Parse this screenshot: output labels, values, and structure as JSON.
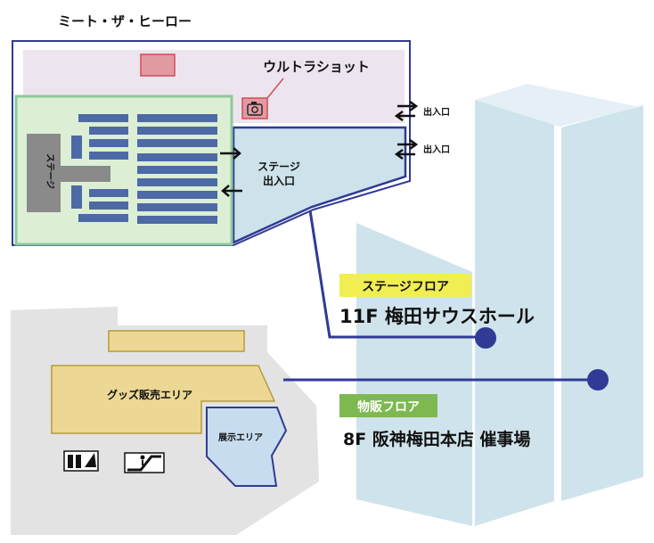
{
  "colors": {
    "building": "#cfe3ec",
    "building_light": "#e4f0f5",
    "floor_outline": "#2f3b95",
    "meet_area": "#ece4ee",
    "meet_marker_fill": "#e19aa2",
    "meet_marker_stroke": "#d24b5a",
    "stage_area": "#dcefd5",
    "stage_area_stroke": "#8fc89a",
    "seat_block": "#4d6aa6",
    "stage_block": "#8a8a8a",
    "corridor": "#cde2ea",
    "goods_floor": "#e3e3e3",
    "goods_area": "#ecd894",
    "goods_area_stroke": "#b79a3c",
    "exhibit_fill": "#c7dcef",
    "connector": "#2f3b95",
    "tag_stage": "#f1ee52",
    "tag_goods": "#7db850"
  },
  "labels": {
    "meet": "ミート・ザ・ヒーロー",
    "ultra_shot": "ウルトラショット",
    "entrance_1": "出入口",
    "entrance_2": "出入口",
    "stage": "ステージ",
    "stage_exit_line1": "ステージ",
    "stage_exit_line2": "出入口",
    "goods_area": "グッズ販売エリア",
    "exhibit_area": "展示エリア"
  },
  "floors": {
    "stage_floor": {
      "tag": "ステージフロア",
      "name": "11F 梅田サウスホール"
    },
    "goods_floor": {
      "tag": "物販フロア",
      "name": "8F 阪神梅田本店 催事場"
    }
  },
  "icons": {
    "camera": "camera-icon",
    "exchange_1": "exchange-arrows-icon",
    "exchange_2": "exchange-arrows-icon",
    "arrow_right": "arrow-right-icon",
    "arrow_left": "arrow-left-icon",
    "elevator": "elevator-icon",
    "escalator": "escalator-icon"
  }
}
